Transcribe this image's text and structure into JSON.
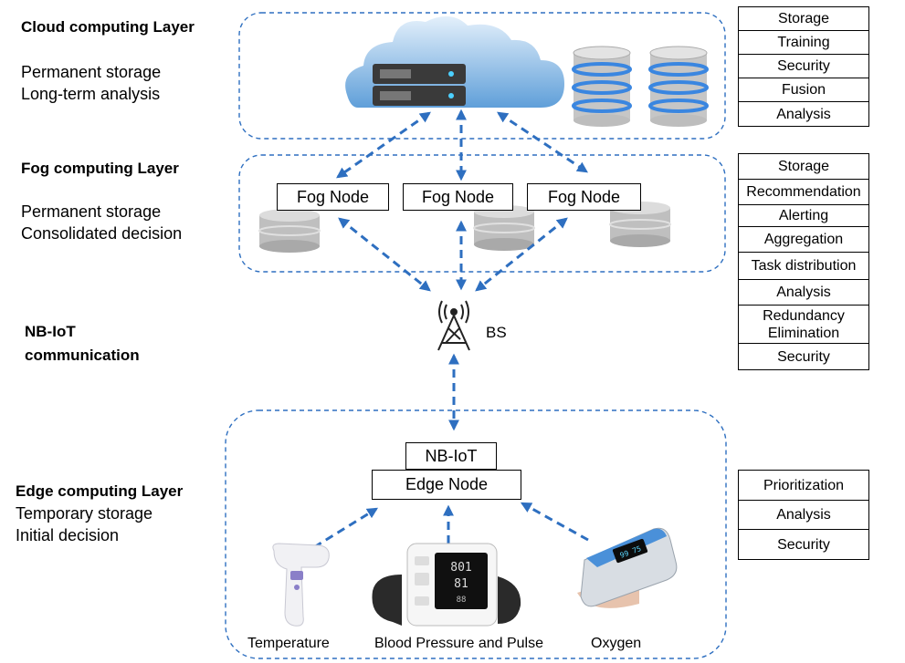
{
  "colors": {
    "dashed_border": "#2e6fc0",
    "arrow": "#2e6fc0",
    "cloud_light": "#cfe3f6",
    "cloud_dark": "#6aa6dc",
    "db_ring": "#3a86e0",
    "db_body": "#c8c8c8"
  },
  "cloud_layer": {
    "title": "Cloud computing Layer",
    "desc": [
      "Permanent storage",
      "Long-term analysis"
    ],
    "icons": [
      "server-icon",
      "cloud-icon",
      "database-icon",
      "database-icon"
    ]
  },
  "fog_layer": {
    "title": "Fog computing Layer",
    "desc": [
      "Permanent storage",
      "Consolidated decision"
    ],
    "nodes": [
      "Fog Node",
      "Fog Node",
      "Fog Node"
    ]
  },
  "nbiot": {
    "title": [
      "NB-IoT",
      "communication"
    ],
    "bs_label": "BS"
  },
  "edge_layer": {
    "title": "Edge computing Layer",
    "desc": [
      "Temporary storage",
      "Initial decision"
    ],
    "nbiot_box": "NB-IoT",
    "edge_box": "Edge  Node",
    "sensors": [
      "Temperature",
      "Blood Pressure and Pulse",
      "Oxygen"
    ]
  },
  "tables": {
    "cloud": [
      "Storage",
      "Training",
      "Security",
      "Fusion",
      "Analysis"
    ],
    "fog": [
      "Storage",
      "Recommendation",
      "Alerting",
      "Aggregation",
      "Task distribution",
      "Analysis",
      "Redundancy Elimination",
      "Security"
    ],
    "edge": [
      "Prioritization",
      "Analysis",
      "Security"
    ]
  }
}
